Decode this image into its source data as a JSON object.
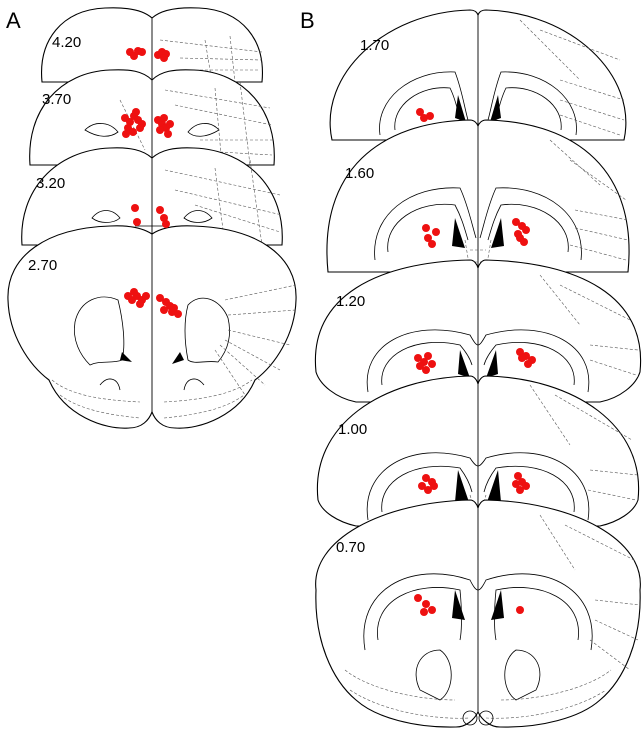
{
  "panels": [
    {
      "letter": "A",
      "sections": [
        {
          "label": "4.20"
        },
        {
          "label": "3.70"
        },
        {
          "label": "3.20"
        },
        {
          "label": "2.70"
        }
      ]
    },
    {
      "letter": "B",
      "sections": [
        {
          "label": "1.70"
        },
        {
          "label": "1.60"
        },
        {
          "label": "1.20"
        },
        {
          "label": "1.00"
        },
        {
          "label": "0.70"
        }
      ]
    }
  ],
  "colors": {
    "marker": "#ee1111",
    "line": "#000000",
    "background": "#ffffff"
  }
}
